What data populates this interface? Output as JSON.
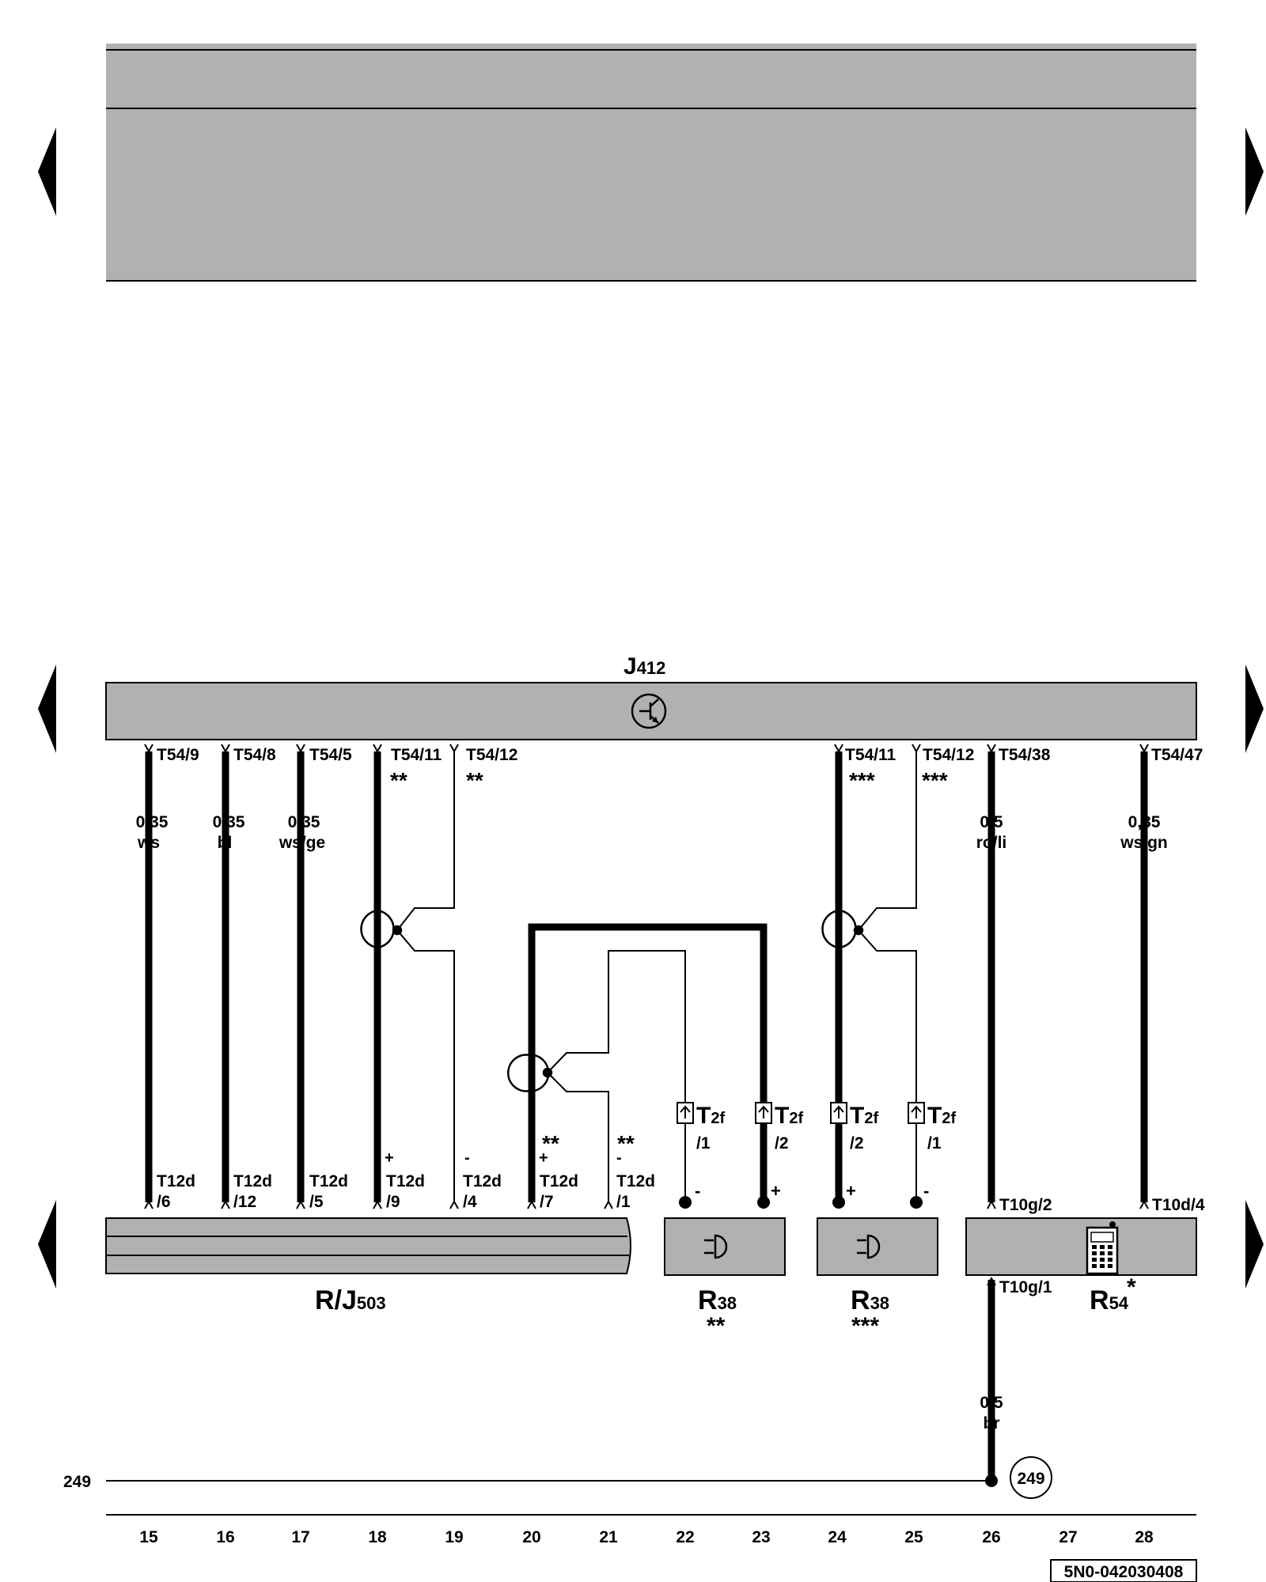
{
  "nav": {
    "left_arrows": [
      "prev-arrow",
      "prev-arrow",
      "prev-arrow"
    ],
    "right_arrows": [
      "next-arrow",
      "next-arrow",
      "next-arrow"
    ]
  },
  "components": {
    "j412": {
      "main": "J",
      "sub": "412"
    },
    "rj503": {
      "main": "R/J",
      "sub": "503"
    },
    "r38_a": {
      "main": "R",
      "sub": "38",
      "note": "**"
    },
    "r38_b": {
      "main": "R",
      "sub": "38",
      "note": "***"
    },
    "r54": {
      "main": "R",
      "sub": "54",
      "note": "*"
    }
  },
  "top_pins": [
    "T54/9",
    "T54/8",
    "T54/5",
    "T54/11",
    "T54/12",
    "T54/11",
    "T54/12",
    "T54/38",
    "T54/47"
  ],
  "top_notes": [
    "**",
    "**",
    "***",
    "***"
  ],
  "wire_sizes": [
    "0,35",
    "0,35",
    "0,35",
    "0,5",
    "0,35",
    "0,5"
  ],
  "wire_colors": [
    "ws",
    "bl",
    "ws/ge",
    "ro/li",
    "ws/gn",
    "br"
  ],
  "bottom_pins": {
    "t12d": [
      "T12d",
      "T12d",
      "T12d",
      "T12d",
      "T12d",
      "T12d",
      "T12d"
    ],
    "t12d_num": [
      "/6",
      "/12",
      "/5",
      "/9",
      "/4",
      "/7",
      "/1"
    ],
    "t2f": [
      "T",
      "T",
      "T",
      "T"
    ],
    "t2f_sub": [
      "2f",
      "2f",
      "2f",
      "2f"
    ],
    "t2f_num": [
      "/1",
      "/2",
      "/2",
      "/1"
    ],
    "t10": [
      "T10g/2",
      "T10d/4",
      "T10g/1"
    ]
  },
  "polarity": [
    "+",
    "-",
    "+",
    "-",
    "-",
    "+",
    "+",
    "-"
  ],
  "stars": [
    "**",
    "**"
  ],
  "ground_ref": "249",
  "ground_circle": "249",
  "track_numbers": [
    "15",
    "16",
    "17",
    "18",
    "19",
    "20",
    "21",
    "22",
    "23",
    "24",
    "25",
    "26",
    "27",
    "28"
  ],
  "doc_id": "5N0-042030408"
}
